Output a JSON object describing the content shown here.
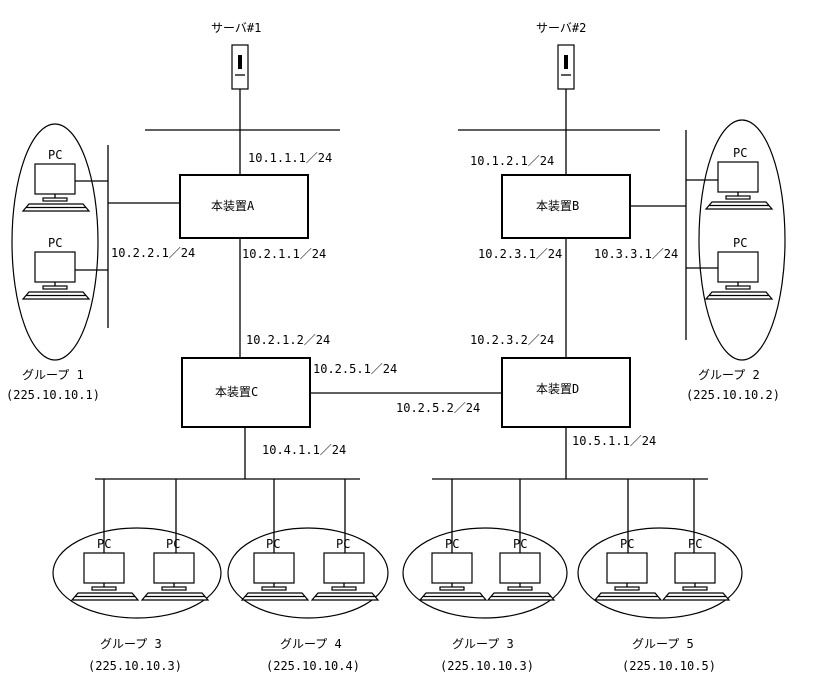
{
  "servers": [
    {
      "id": "server-1",
      "label": "サーバ#1"
    },
    {
      "id": "server-2",
      "label": "サーバ#2"
    }
  ],
  "devices": {
    "A": "本装置A",
    "B": "本装置B",
    "C": "本装置C",
    "D": "本装置D"
  },
  "addresses": {
    "a_up": "10.1.1.1／24",
    "a_left": "10.2.2.1／24",
    "a_down": "10.2.1.1／24",
    "b_up": "10.1.2.1／24",
    "b_down": "10.2.3.1／24",
    "b_right": "10.3.3.1／24",
    "c_up": "10.2.1.2／24",
    "c_right": "10.2.5.1／24",
    "c_down": "10.4.1.1／24",
    "d_up": "10.2.3.2／24",
    "d_left": "10.2.5.2／24",
    "d_down": "10.5.1.1／24"
  },
  "pc_label": "PC",
  "groups": [
    {
      "id": "group-1",
      "name": "グループ 1",
      "address": "(225.10.10.1)"
    },
    {
      "id": "group-2",
      "name": "グループ 2",
      "address": "(225.10.10.2)"
    },
    {
      "id": "group-3a",
      "name": "グループ 3",
      "address": "(225.10.10.3)"
    },
    {
      "id": "group-4",
      "name": "グループ 4",
      "address": "(225.10.10.4)"
    },
    {
      "id": "group-3b",
      "name": "グループ 3",
      "address": "(225.10.10.3)"
    },
    {
      "id": "group-5",
      "name": "グループ 5",
      "address": "(225.10.10.5)"
    }
  ]
}
